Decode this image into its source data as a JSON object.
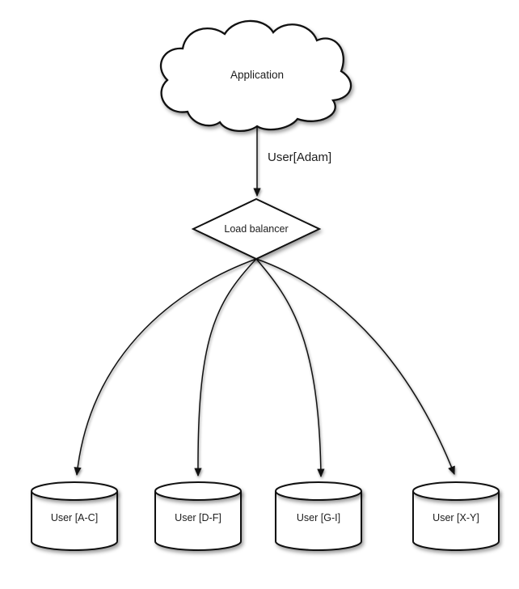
{
  "diagram": {
    "background": "#ffffff",
    "stroke_color": "#111111",
    "fill_color": "#ffffff",
    "text_color": "#1c1c1c",
    "nodes": {
      "application": {
        "shape": "cloud",
        "label": "Application"
      },
      "load_balancer": {
        "shape": "diamond",
        "label": "Load balancer"
      },
      "shards": [
        {
          "shape": "cylinder",
          "label": "User [A-C]"
        },
        {
          "shape": "cylinder",
          "label": "User [D-F]"
        },
        {
          "shape": "cylinder",
          "label": "User [G-I]"
        },
        {
          "shape": "cylinder",
          "label": "User [X-Y]"
        }
      ]
    },
    "edges": {
      "app_to_lb": {
        "from": "Application",
        "to": "Load balancer",
        "label": "User[Adam]"
      },
      "lb_to_shards": [
        {
          "from": "Load balancer",
          "to": "User [A-C]"
        },
        {
          "from": "Load balancer",
          "to": "User [D-F]"
        },
        {
          "from": "Load balancer",
          "to": "User [G-I]"
        },
        {
          "from": "Load balancer",
          "to": "User [X-Y]"
        }
      ]
    }
  }
}
